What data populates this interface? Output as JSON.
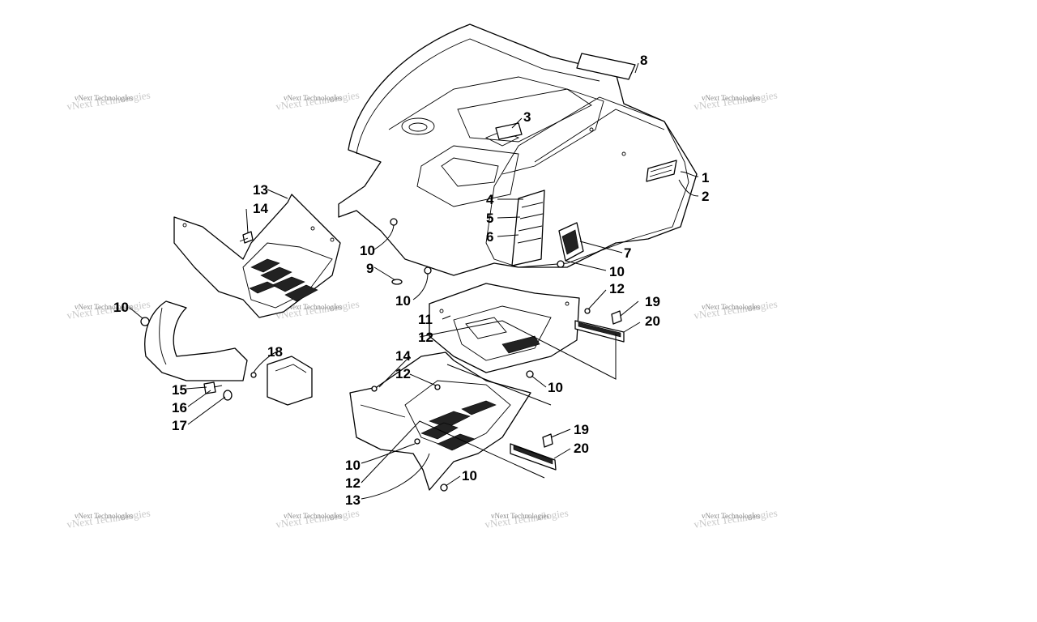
{
  "watermark": {
    "text": "vNext Technologies"
  },
  "callouts": {
    "c1": "1",
    "c2": "2",
    "c3": "3",
    "c4": "4",
    "c5": "5",
    "c6": "6",
    "c7": "7",
    "c8": "8",
    "c9": "9",
    "c10a": "10",
    "c10b": "10",
    "c10c": "10",
    "c10d": "10",
    "c10e": "10",
    "c10f": "10",
    "c10g": "10",
    "c11": "11",
    "c12a": "12",
    "c12b": "12",
    "c12c": "12",
    "c12d": "12",
    "c13a": "13",
    "c13b": "13",
    "c14a": "14",
    "c14b": "14",
    "c15": "15",
    "c16": "16",
    "c17": "17",
    "c18": "18",
    "c19a": "19",
    "c19b": "19",
    "c20a": "20",
    "c20b": "20"
  }
}
